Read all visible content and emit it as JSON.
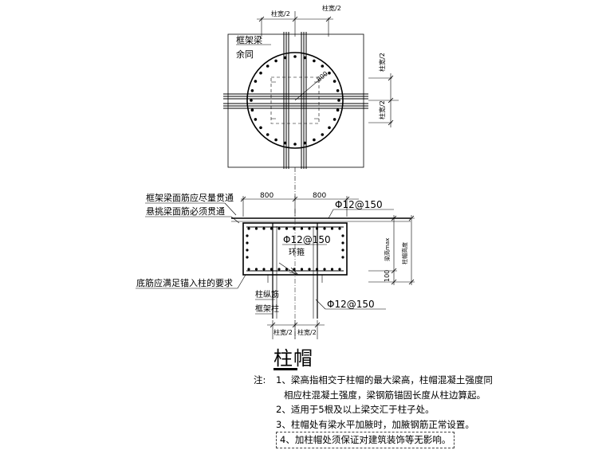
{
  "labels": {
    "col_half_w": "柱宽/2",
    "frame_beam_line1": "框架梁",
    "frame_beam_line2": "余同",
    "diag_800": "800",
    "dim_800": "800",
    "note_frame_top": "框架梁面筋应尽量贯通",
    "note_cant_top": "悬挑梁面筋必须贯通",
    "note_bottom_anchor": "底筋应满足锚入柱的要求",
    "rebar_phi12": "Φ12@150",
    "ring_stirrup": "环箍",
    "beam_h_max": "梁高max",
    "cap_h": "柱帽高度",
    "dim_100": "100",
    "col_long_bar": "柱纵筋",
    "frame_column": "框架柱"
  },
  "title": "柱帽",
  "notes": {
    "prefix": "注:",
    "n1a": "1、梁高指相交于柱帽的最大梁高，柱帽混凝土强度同",
    "n1b": "相应柱混凝土强度，梁钢筋锚固长度从柱边算起。",
    "n2": "2、适用于5根及以上梁交汇于柱子处。",
    "n3": "3、柱帽处有梁水平加腋时，加腋钢筋正常设置。",
    "n4": "4、加柱帽处须保证对建筑装饰等无影响。"
  }
}
